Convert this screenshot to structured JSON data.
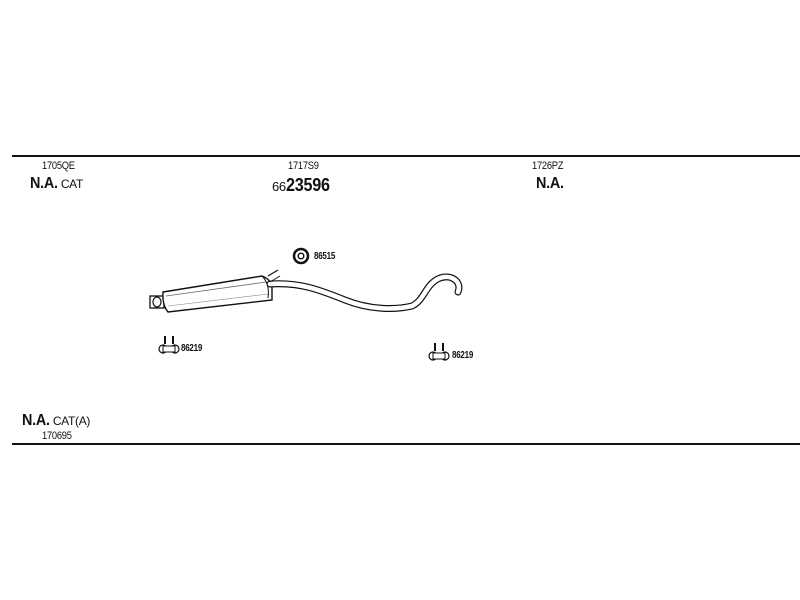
{
  "header_items": [
    {
      "code": "1705QE",
      "label_bold": "N.A.",
      "label_suffix": "CAT"
    },
    {
      "code": "1717S9",
      "number_prefix": "66",
      "number_main": "23596"
    },
    {
      "code": "1726PZ",
      "label_bold": "N.A."
    }
  ],
  "parts": {
    "seal": "86515",
    "hanger_left": "86219",
    "hanger_right": "86219"
  },
  "footer_item": {
    "label_bold": "N.A.",
    "label_suffix": "CAT(A)",
    "code": "170695"
  }
}
